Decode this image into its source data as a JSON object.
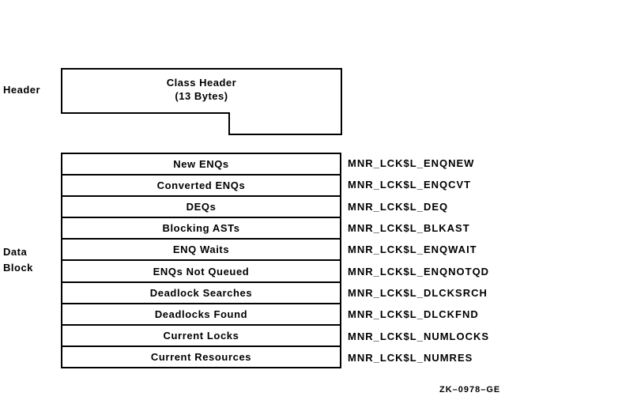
{
  "figure": {
    "header_section_label": "Header",
    "data_block_label": "Data\nBlock",
    "class_header": {
      "line1": "Class Header",
      "line2": "(13 Bytes)"
    },
    "rows": [
      {
        "label": "New ENQs",
        "field": "MNR_LCK$L_ENQNEW"
      },
      {
        "label": "Converted ENQs",
        "field": "MNR_LCK$L_ENQCVT"
      },
      {
        "label": "DEQs",
        "field": "MNR_LCK$L_DEQ"
      },
      {
        "label": "Blocking ASTs",
        "field": "MNR_LCK$L_BLKAST"
      },
      {
        "label": "ENQ Waits",
        "field": "MNR_LCK$L_ENQWAIT"
      },
      {
        "label": "ENQs Not Queued",
        "field": "MNR_LCK$L_ENQNOTQD"
      },
      {
        "label": "Deadlock Searches",
        "field": "MNR_LCK$L_DLCKSRCH"
      },
      {
        "label": "Deadlocks Found",
        "field": "MNR_LCK$L_DLCKFND"
      },
      {
        "label": "Current Locks",
        "field": "MNR_LCK$L_NUMLOCKS"
      },
      {
        "label": "Current Resources",
        "field": "MNR_LCK$L_NUMRES"
      }
    ],
    "figure_id": "ZK–0978–GE",
    "colors": {
      "line": "#000000",
      "background": "#ffffff",
      "text": "#000000"
    }
  }
}
